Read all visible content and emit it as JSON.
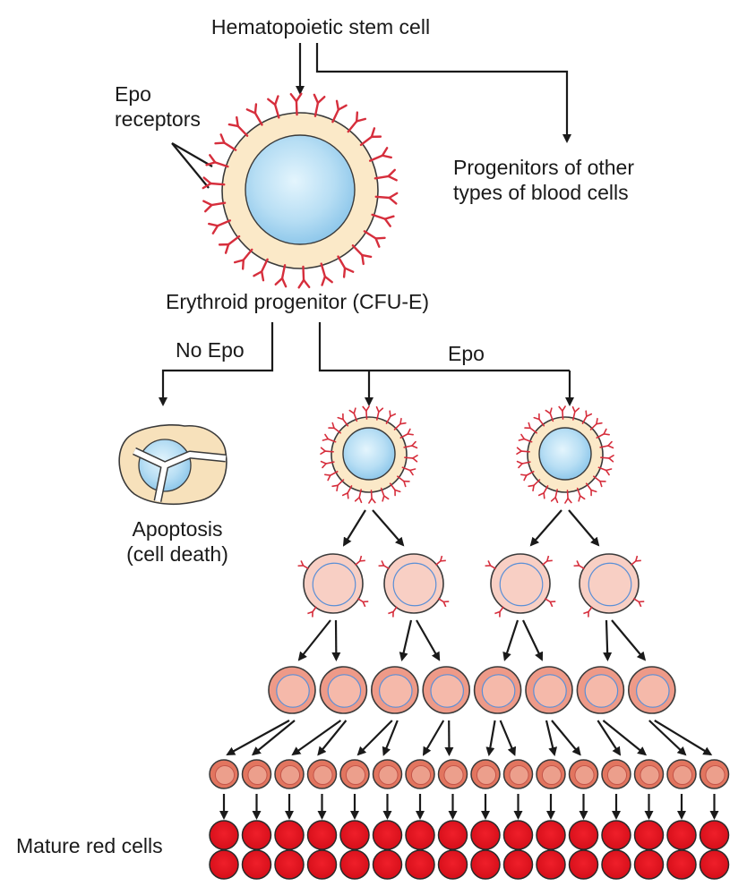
{
  "labels": {
    "stem_cell": "Hematopoietic stem cell",
    "epo_receptors_line1": "Epo",
    "epo_receptors_line2": "receptors",
    "other_progenitors_line1": "Progenitors of other",
    "other_progenitors_line2": "types of blood cells",
    "erythroid_progenitor": "Erythroid progenitor (CFU-E)",
    "no_epo": "No Epo",
    "epo": "Epo",
    "apoptosis_line1": "Apoptosis",
    "apoptosis_line2": "(cell death)",
    "mature_red_cells": "Mature red cells"
  },
  "stages": {
    "progenitor_count": 1,
    "epo_dependent_progenitors": 2,
    "early_erythroblasts": 4,
    "erythroblasts": 8,
    "late_erythroblasts": 16,
    "mature_red_cells_rows": 2,
    "mature_red_cells_per_row": 16
  },
  "colors": {
    "text": "#1a1a1a",
    "arrow": "#1a1a1a",
    "receptor": "#d62e3c",
    "cytoplasm": "#fbe9c8",
    "nucleus_outer": "#9bd0ef",
    "nucleus_inner": "#dff2fc",
    "erythroblast_fill": "#f8cfc4",
    "erythroblast_nucleus_line": "#5b8fd6",
    "normoblast_fill": "#ee9a88",
    "late_fill": "#e2755f",
    "mature_red": "#e0101c",
    "apoptotic_fill": "#f7e1bb"
  }
}
